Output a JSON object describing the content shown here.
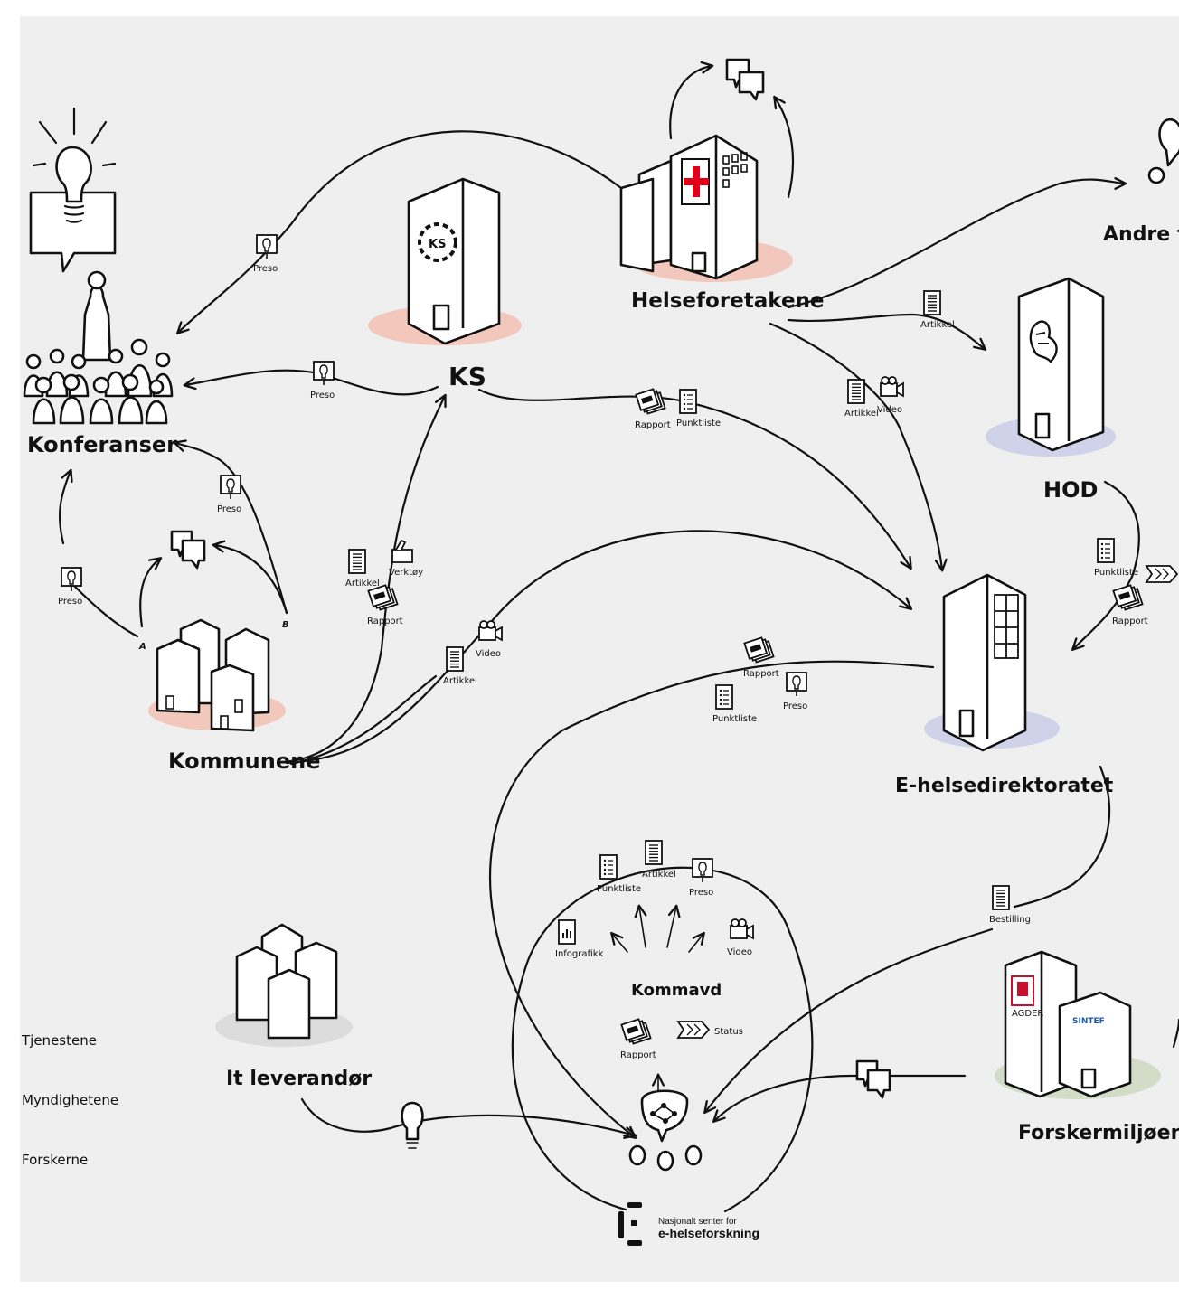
{
  "nodes": {
    "konferanser": "Konferanser",
    "ks": "KS",
    "helseforetakene": "Helseforetakene",
    "andre": "Andre fo",
    "hod": "HOD",
    "kommunene": "Kommunene",
    "ehelsedirektoratet": "E-helsedirektoratet",
    "itleverandor": "It leverandør",
    "forskermiljoene": "Forskermiljøene",
    "kommavd": "Kommavd"
  },
  "edge_labels": {
    "a": "A",
    "b": "B"
  },
  "artifacts": {
    "preso": "Preso",
    "artikkel": "Artikkel",
    "video": "Video",
    "rapport": "Rapport",
    "punktliste": "Punktliste",
    "verktoy": "Verktøy",
    "status": "Status",
    "bestilling": "Bestilling",
    "infografikk": "Infografikk"
  },
  "logos": {
    "ks": "KS",
    "agder": "AGDER",
    "sintef": "SINTEF"
  },
  "legend": [
    "Tjenestene",
    "Myndighetene",
    "Forskerne"
  ],
  "footer": {
    "line1": "Nasjonalt senter for",
    "line2": "e-helseforskning"
  },
  "colors": {
    "background": "#efefef",
    "blush": "#f2c8bc",
    "lavender": "#cfd2e8",
    "sage": "#d3dcc6",
    "grey": "#dcdcdc",
    "red_cross": "#e1001a",
    "agder_red": "#c8102e",
    "sintef_blue": "#1e5aa8"
  }
}
